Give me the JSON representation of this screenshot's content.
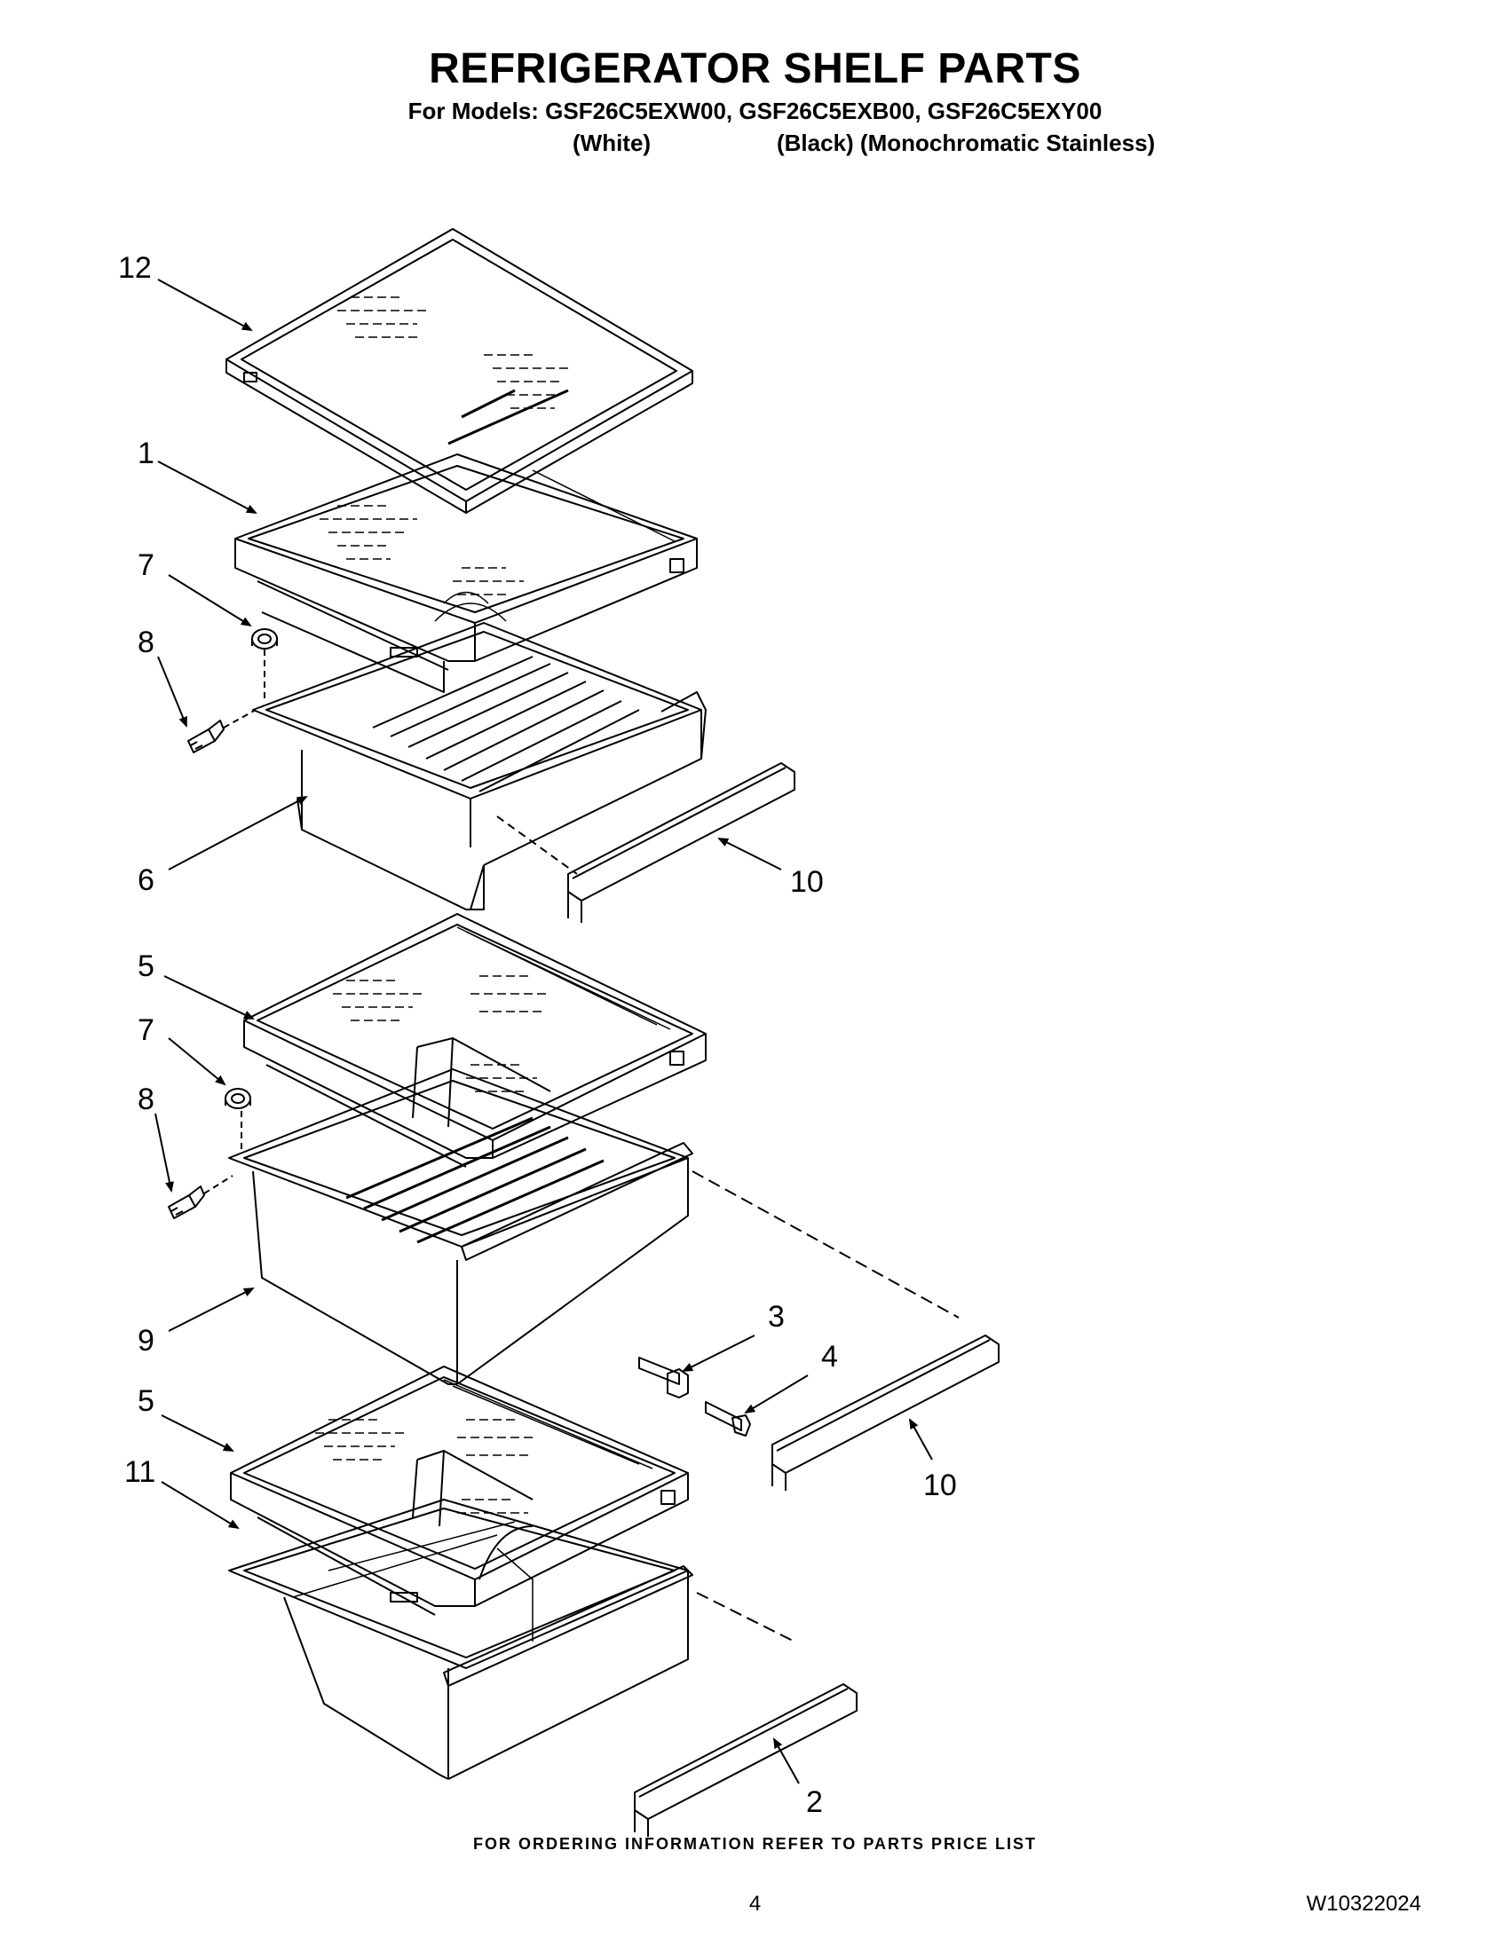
{
  "header": {
    "title": "REFRIGERATOR SHELF PARTS",
    "models": "For Models: GSF26C5EXW00, GSF26C5EXB00, GSF26C5EXY00",
    "variant_white": "(White)",
    "variant_black_stainless": "(Black) (Monochromatic Stainless)"
  },
  "callouts": {
    "c12": "12",
    "c1": "1",
    "c7a": "7",
    "c8a": "8",
    "c6": "6",
    "c10a": "10",
    "c5a": "5",
    "c7b": "7",
    "c8b": "8",
    "c9": "9",
    "c3": "3",
    "c4": "4",
    "c10b": "10",
    "c5b": "5",
    "c11": "11",
    "c2": "2"
  },
  "footer": {
    "ordering": "FOR ORDERING INFORMATION REFER TO PARTS PRICE LIST",
    "page_number": "4",
    "document_number": "W10322024"
  }
}
